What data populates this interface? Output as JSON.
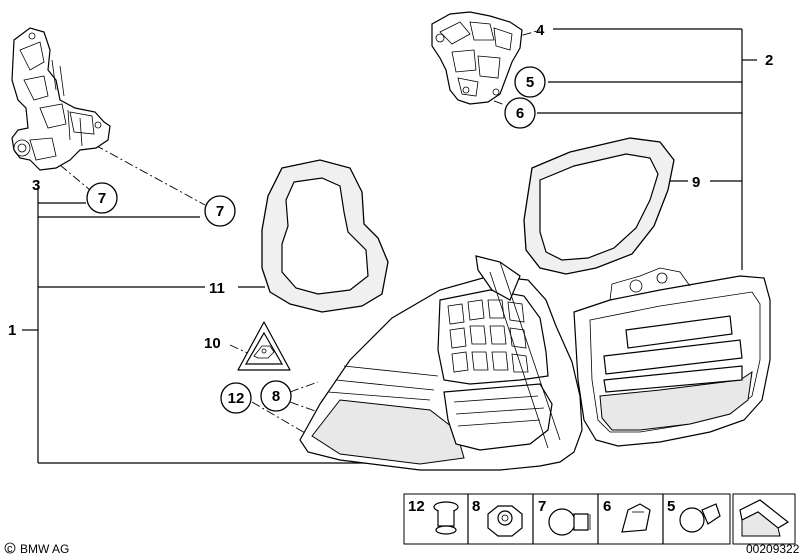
{
  "callouts": {
    "c1": "1",
    "c2": "2",
    "c3": "3",
    "c4": "4",
    "c5": "5",
    "c6": "6",
    "c7a": "7",
    "c7b": "7",
    "c8": "8",
    "c9": "9",
    "c10": "10",
    "c11": "11",
    "c12": "12"
  },
  "tray": {
    "t12": "12",
    "t8": "8",
    "t7": "7",
    "t6": "6",
    "t5": "5"
  },
  "footer": {
    "brand": "BMW AG",
    "diagram_number": "00209322"
  }
}
